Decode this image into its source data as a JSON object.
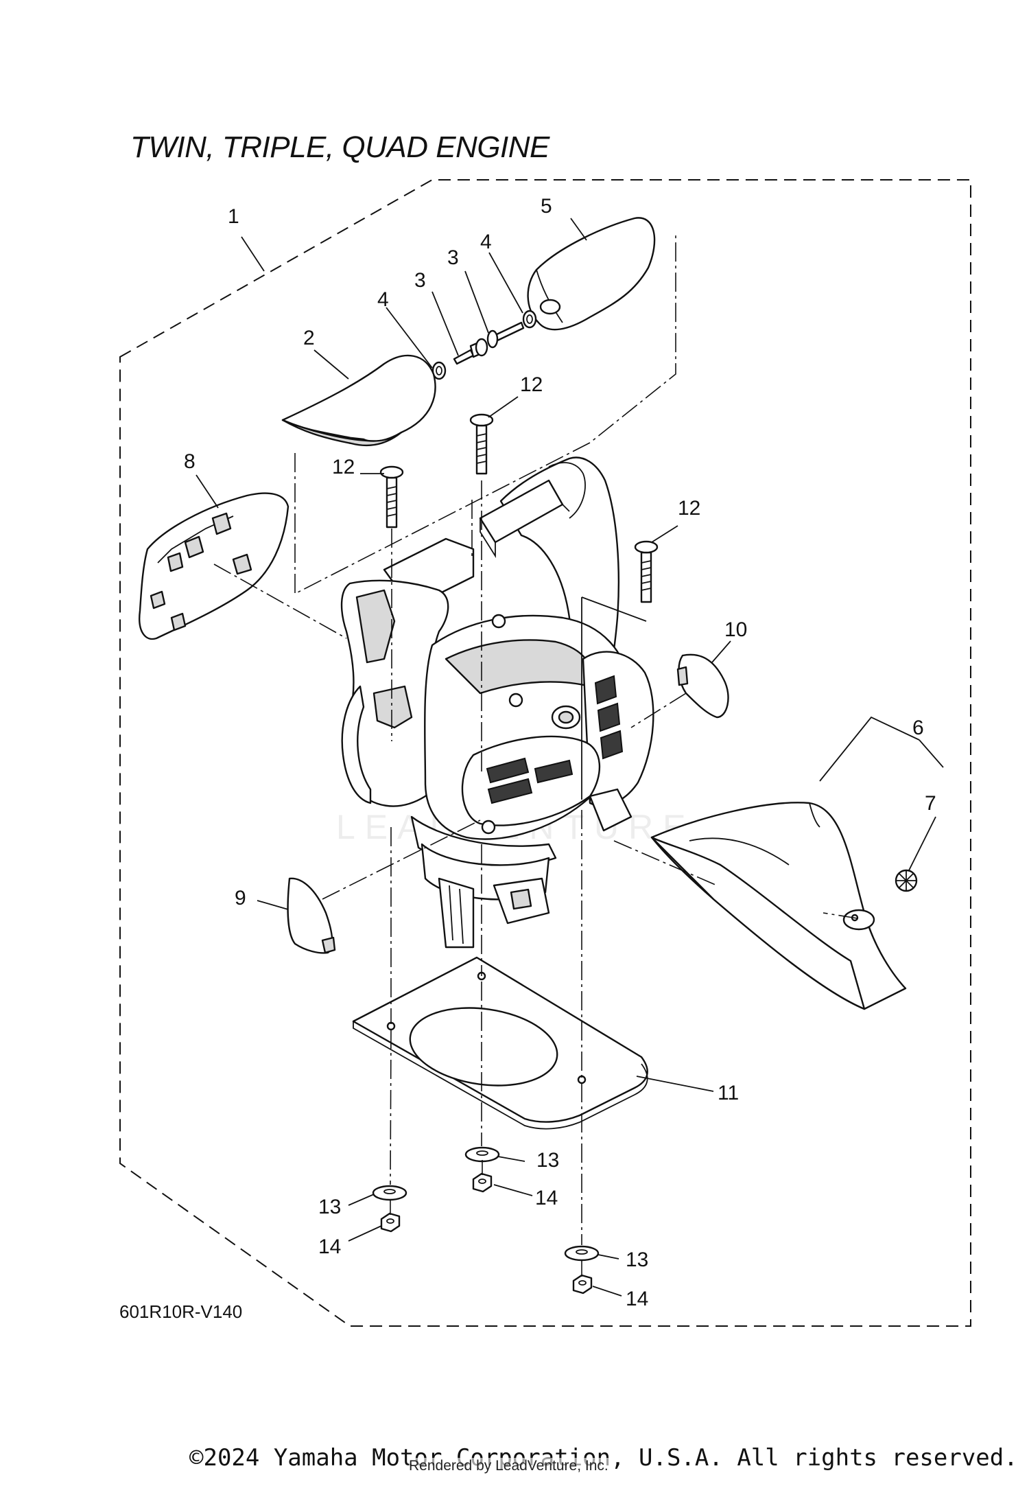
{
  "title": "TWIN, TRIPLE, QUAD ENGINE",
  "diagram_code": "601R10R-V140",
  "copyright": "©2024 Yamaha Motor Corporation, U.S.A. All rights reserved.",
  "rendered_by": "Rendered by LeadVenture, Inc.",
  "watermark": "LEADVENTURE",
  "callouts": [
    {
      "id": "c1",
      "label": "1"
    },
    {
      "id": "c2",
      "label": "2"
    },
    {
      "id": "c3a",
      "label": "3"
    },
    {
      "id": "c3b",
      "label": "3"
    },
    {
      "id": "c4a",
      "label": "4"
    },
    {
      "id": "c4b",
      "label": "4"
    },
    {
      "id": "c5",
      "label": "5"
    },
    {
      "id": "c6",
      "label": "6"
    },
    {
      "id": "c7",
      "label": "7"
    },
    {
      "id": "c8",
      "label": "8"
    },
    {
      "id": "c9",
      "label": "9"
    },
    {
      "id": "c10",
      "label": "10"
    },
    {
      "id": "c11",
      "label": "11"
    },
    {
      "id": "c12a",
      "label": "12"
    },
    {
      "id": "c12b",
      "label": "12"
    },
    {
      "id": "c12c",
      "label": "12"
    },
    {
      "id": "c13a",
      "label": "13"
    },
    {
      "id": "c13b",
      "label": "13"
    },
    {
      "id": "c13c",
      "label": "13"
    },
    {
      "id": "c14a",
      "label": "14"
    },
    {
      "id": "c14b",
      "label": "14"
    },
    {
      "id": "c14c",
      "label": "14"
    }
  ]
}
